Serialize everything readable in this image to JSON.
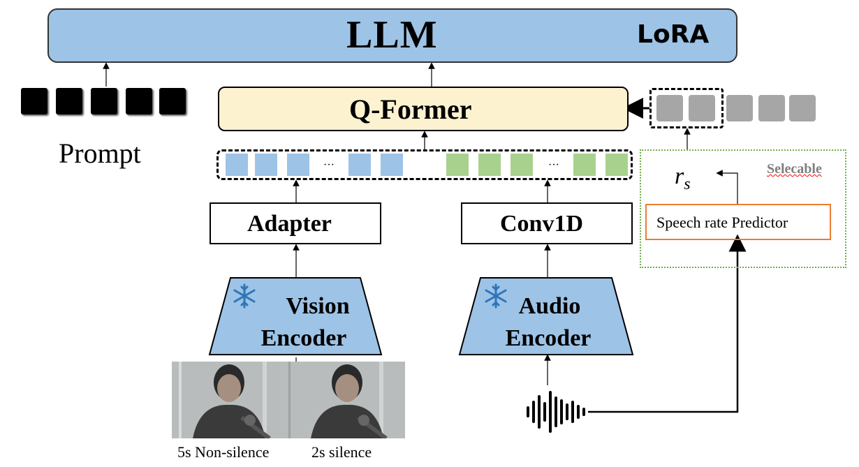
{
  "llm": {
    "title": "LLM",
    "lora_label": "LoRA"
  },
  "qformer": {
    "title": "Q-Former"
  },
  "prompt": {
    "label": "Prompt",
    "token_count": 5
  },
  "adapter": {
    "label": "Adapter"
  },
  "conv1d": {
    "label": "Conv1D"
  },
  "vision_encoder": {
    "line1": "Vision",
    "line2": "Encoder"
  },
  "audio_encoder": {
    "line1": "Audio",
    "line2": "Encoder"
  },
  "tokens": {
    "ellipsis": "···"
  },
  "selectable": {
    "label": "Selecable",
    "rate_symbol": "r",
    "rate_subscript": "s",
    "predictor_label": "Speech rate Predictor"
  },
  "video": {
    "caption_left": "5s Non-silence",
    "caption_right": "2s silence"
  },
  "colors": {
    "llm_fill": "#9dc3e6",
    "qformer_fill": "#fdf2d0",
    "encoder_fill": "#9dc3e6",
    "audio_token": "#a9d18e",
    "flame": "#ff0000",
    "snowflake": "#2e75b6",
    "predictor_border": "#ed7d31",
    "selectable_border": "#70ad47"
  }
}
